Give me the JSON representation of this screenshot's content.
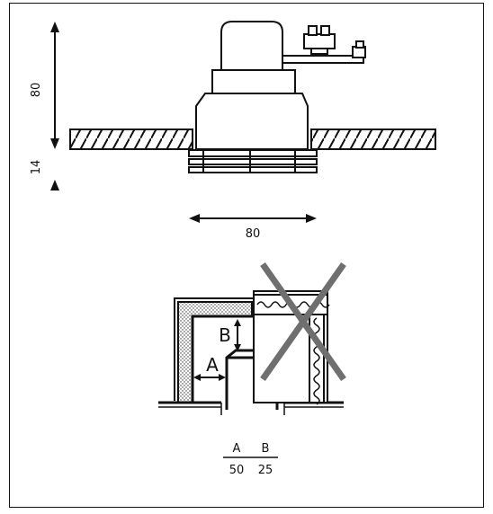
{
  "diagram": {
    "top": {
      "height_label": "80",
      "recess_label": "14",
      "width_label": "80"
    },
    "bottom": {
      "label_a": "A",
      "label_b": "B",
      "table": {
        "headers": [
          "A",
          "B"
        ],
        "values": [
          "50",
          "25"
        ]
      }
    },
    "colors": {
      "line": "#111111",
      "cross": "#6f6f6f",
      "insulation": "#d9d9d9"
    }
  }
}
